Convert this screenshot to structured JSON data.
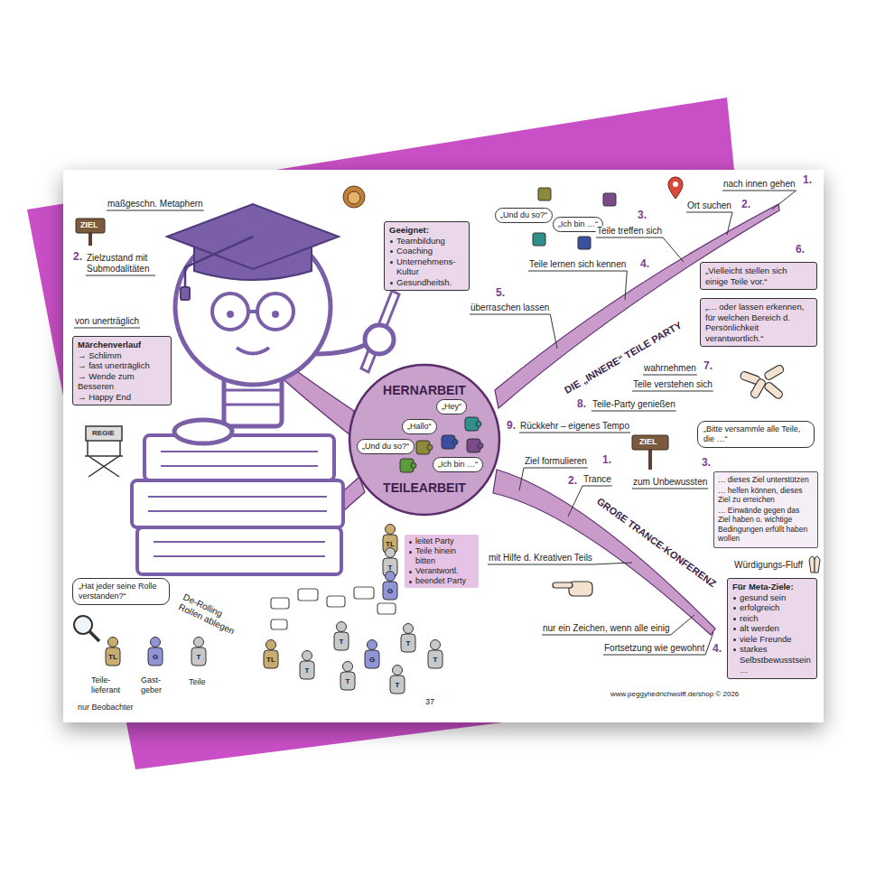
{
  "diagram": {
    "nodes": [
      {
        "text": [
          "HERNARBEIT",
          "TEILEARBEIT"
        ]
      },
      {
        "text": [
          "„Hey“"
        ],
        "in": 0
      },
      {
        "text": [
          "„Hallo“"
        ],
        "in": 0
      },
      {
        "text": [
          "„Und du so?“"
        ],
        "in": 0
      },
      {
        "text": [
          "„Ich bin …“"
        ],
        "in": 0
      },
      {
        "text": [
          "„Und du so?“"
        ]
      },
      {
        "text": [
          "„Ich bin …“"
        ]
      },
      {
        "text": [
          "Geeignet:",
          "Teambildung",
          "Coaching",
          "Unternehmens-Kultur",
          "Gesundheitsh."
        ]
      },
      {
        "text": [
          "Märchenverlauf",
          "→ Schlimm",
          "→ fast unerträglich",
          "→ Wende zum Besseren",
          "→ Happy End"
        ]
      },
      {
        "text": [
          "„Vielleicht stellen sich einige Teile vor.“"
        ]
      },
      {
        "text": [
          "„… oder lassen erkennen, für welchen Bereich d. Persönlichkeit verantwortlich.“"
        ]
      },
      {
        "text": [
          "„Bitte versammle alle Teile, die …“"
        ]
      },
      {
        "text": [
          "… dieses Ziel unterstützen",
          "… helfen können, dieses Ziel zu erreichen",
          "… Einwände gegen das Ziel haben o. wichtige Bedingungen erfüllt haben wollen"
        ]
      },
      {
        "text": [
          "Für Meta-Ziele:",
          "gesund sein",
          "erfolgreich",
          "reich",
          "alt werden",
          "viele Freunde",
          "starkes Selbstbewusstsein …"
        ]
      },
      {
        "text": [
          "„Hat jeder seine Rolle verstanden?“"
        ]
      },
      {
        "text": [
          "leitet Party",
          "Teile hinein bitten",
          "Verantwortl.",
          "beendet Party"
        ]
      }
    ],
    "labels": [
      "1.",
      "nach innen gehen",
      "2.",
      "Ort suchen",
      "3.",
      "Teile treffen sich",
      "4.",
      "Teile lernen sich kennen",
      "5.",
      "überraschen lassen",
      "DIE „INNERE“ TEILE PARTY",
      "6.",
      "7.",
      "wahrnehmen",
      "Teile verstehen sich",
      "8.",
      "Teile-Party genießen",
      "9.",
      "Rückkehr – eigenes Tempo",
      "ZIEL",
      "1.",
      "Ziel formulieren",
      "2.",
      "Trance",
      "zum Unbewussten",
      "3.",
      "GROßE TRANCE-KONFERENZ",
      "Würdigungs-Fluff",
      "mit Hilfe d. Kreativen Teils",
      "nur ein Zeichen, wenn alle einig",
      "4.",
      "Fortsetzung wie gewohnt",
      "ZIEL",
      "maßgeschn. Metaphern",
      "2.",
      "Zielzustand mit Submodalitäten",
      "von unerträglich",
      "REGIE",
      "De-Rolling Rollen ablegen",
      "TL",
      "G",
      "T",
      "Teile-lieferant",
      "Gast-geber",
      "Teile",
      "nur Beobachter",
      "TL",
      "T",
      "T",
      "T",
      "G",
      "T",
      "T",
      "T",
      "TL",
      "T",
      "G",
      "37",
      "www.peggyhedrichwolff.de/shop © 2026"
    ]
  }
}
